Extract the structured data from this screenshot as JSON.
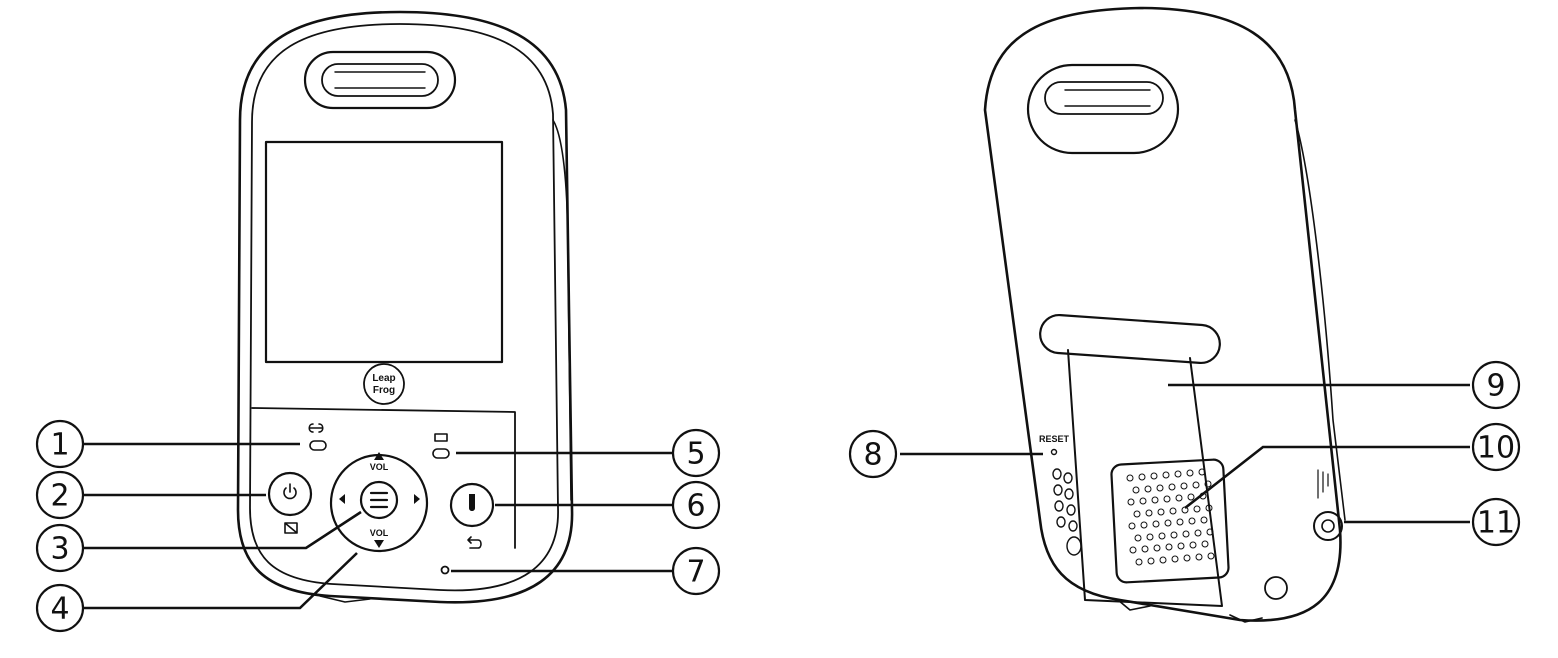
{
  "device_labels": {
    "vol": "VOL",
    "reset": "RESET",
    "logo_line1": "Leap",
    "logo_line2": "Frog"
  },
  "callouts": [
    {
      "number": "1",
      "target": "link-indicator-light"
    },
    {
      "number": "2",
      "target": "power-button"
    },
    {
      "number": "3",
      "target": "menu-button"
    },
    {
      "number": "4",
      "target": "navigation-volume-keys"
    },
    {
      "number": "5",
      "target": "battery-indicator-light"
    },
    {
      "number": "6",
      "target": "talk-back-button"
    },
    {
      "number": "7",
      "target": "microphone"
    },
    {
      "number": "8",
      "target": "reset-button"
    },
    {
      "number": "9",
      "target": "stand"
    },
    {
      "number": "10",
      "target": "speaker"
    },
    {
      "number": "11",
      "target": "power-jack"
    }
  ]
}
